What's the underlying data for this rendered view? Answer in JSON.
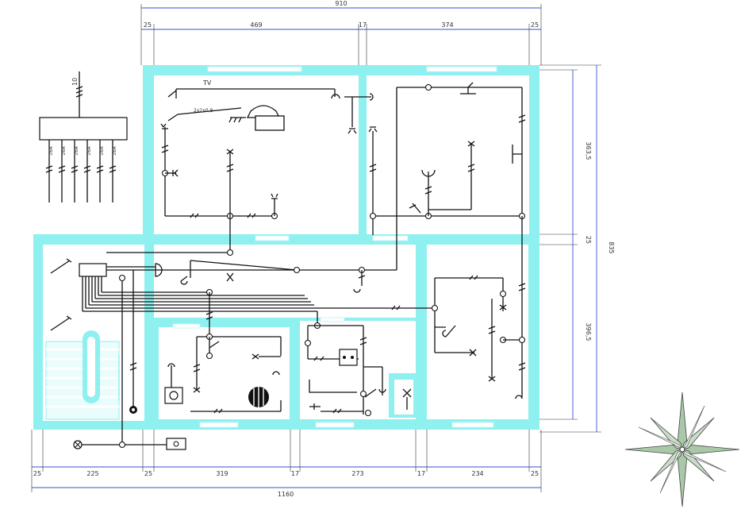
{
  "dimensions": {
    "top_total": "910",
    "top_segments": [
      "25",
      "469",
      "17",
      "374",
      "25"
    ],
    "bottom_total": "1160",
    "bottom_segments": [
      "25",
      "225",
      "25",
      "319",
      "17",
      "273",
      "17",
      "234",
      "25"
    ],
    "right_total": "835",
    "right_segments": [
      "363,5",
      "25",
      "396,5"
    ]
  },
  "labels": {
    "tv": "TV",
    "phone_cable": "2x2x0,8",
    "panel_label": "10",
    "circuit_labels": [
      "16A",
      "16A",
      "16A",
      "16A",
      "16A",
      "16A"
    ]
  },
  "colors": {
    "wall": "#8ef0ef",
    "wire": "#111111",
    "dimension": "#3a4fd0"
  },
  "icons": {
    "compass": "compass-rose-icon",
    "phone": "telephone-icon",
    "panel": "distribution-board-icon"
  }
}
